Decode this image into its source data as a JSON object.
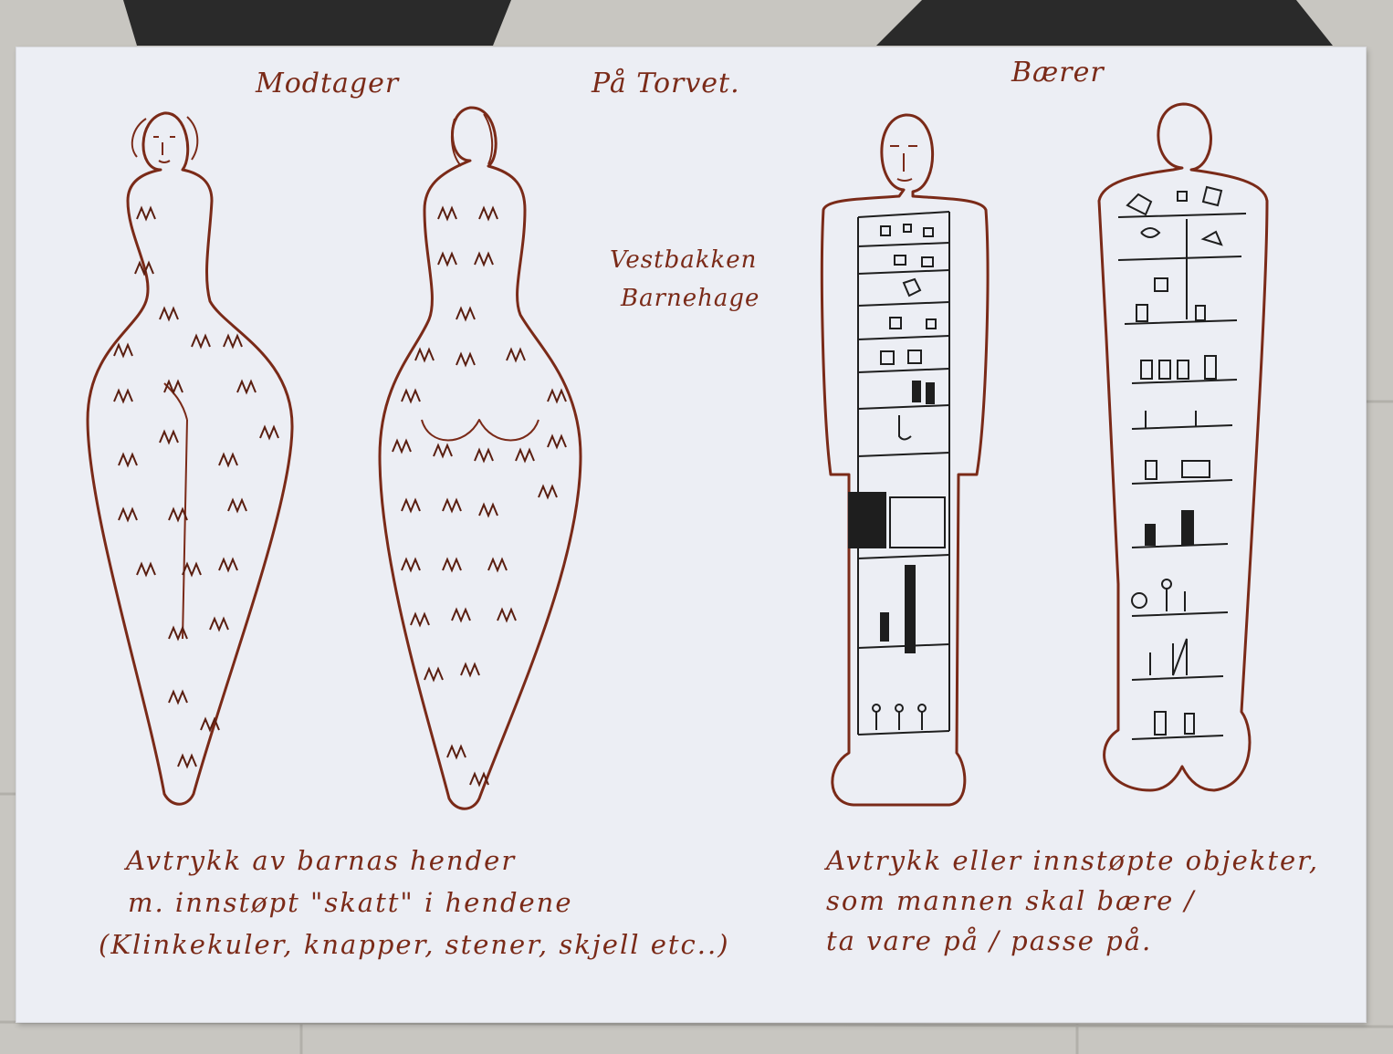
{
  "headings": {
    "left": "Modtager",
    "center": "På Torvet.",
    "right": "Bærer"
  },
  "center_note": {
    "line1": "Vestbakken",
    "line2": "Barnehage"
  },
  "captions": {
    "left": [
      "Avtrykk av barnas hender",
      "m. innstøpt \"skatt\" i hendene",
      "(Klinkekuler, knapper, stener, skjell etc..)"
    ],
    "right": [
      "Avtrykk eller innstøpte objekter,",
      "som mannen skal bære /",
      "ta vare på / passe på."
    ]
  },
  "colors": {
    "ink_brown": "#7a2a18",
    "ink_black": "#1e1e1e",
    "paper": "#eceef4",
    "floor": "#c9c7c2"
  }
}
